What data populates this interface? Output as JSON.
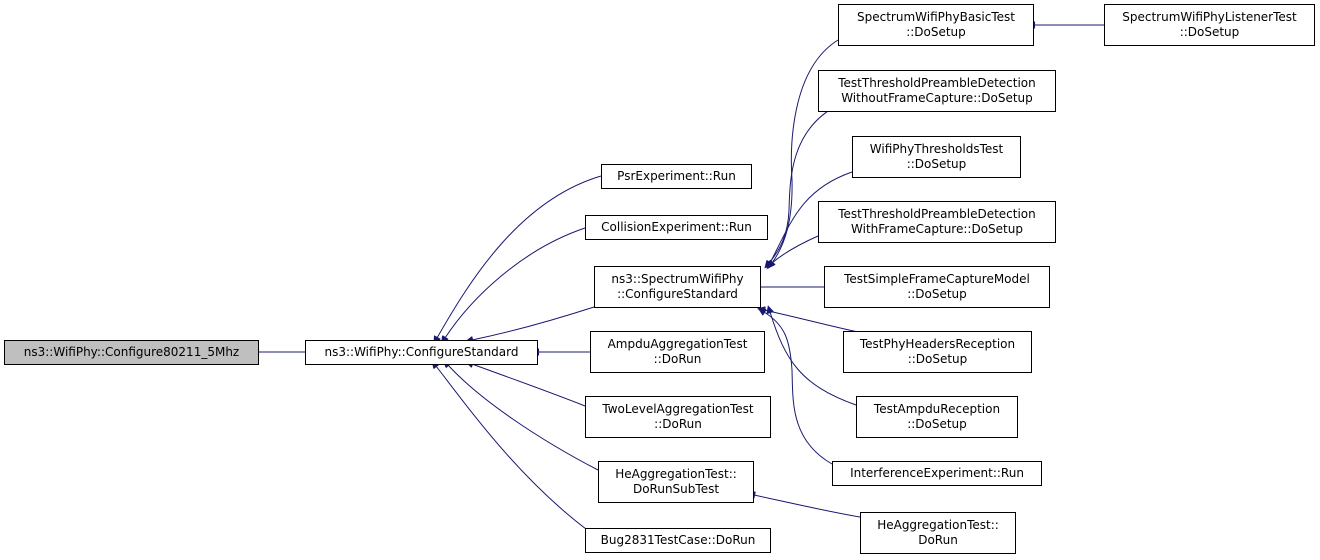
{
  "colors": {
    "edge": "#191970",
    "root_fill": "#bfbfbf",
    "node_border": "#000000"
  },
  "nodes": {
    "configure80211_5mhz": {
      "lines": [
        "ns3::WifiPhy::Configure80211_5Mhz"
      ]
    },
    "wifiphy_configurestandard": {
      "lines": [
        "ns3::WifiPhy::ConfigureStandard"
      ]
    },
    "psr_run": {
      "lines": [
        "PsrExperiment::Run"
      ]
    },
    "collision_run": {
      "lines": [
        "CollisionExperiment::Run"
      ]
    },
    "spectrum_configurestandard": {
      "lines": [
        "ns3::SpectrumWifiPhy",
        "::ConfigureStandard"
      ]
    },
    "ampdu_aggregation_dorun": {
      "lines": [
        "AmpduAggregationTest",
        "::DoRun"
      ]
    },
    "twolevel_dorun": {
      "lines": [
        "TwoLevelAggregationTest",
        "::DoRun"
      ]
    },
    "he_dorunsubtest": {
      "lines": [
        "HeAggregationTest::",
        "DoRunSubTest"
      ]
    },
    "bug2831_dorun": {
      "lines": [
        "Bug2831TestCase::DoRun"
      ]
    },
    "spectrum_basic_dosetup": {
      "lines": [
        "SpectrumWifiPhyBasicTest",
        "::DoSetup"
      ]
    },
    "spectrum_listener_dosetup": {
      "lines": [
        "SpectrumWifiPhyListenerTest",
        "::DoSetup"
      ]
    },
    "preamble_without_capture": {
      "lines": [
        "TestThresholdPreambleDetection",
        "WithoutFrameCapture::DoSetup"
      ]
    },
    "thresholds_dosetup": {
      "lines": [
        "WifiPhyThresholdsTest",
        "::DoSetup"
      ]
    },
    "preamble_with_capture": {
      "lines": [
        "TestThresholdPreambleDetection",
        "WithFrameCapture::DoSetup"
      ]
    },
    "simple_frame_capture": {
      "lines": [
        "TestSimpleFrameCaptureModel",
        "::DoSetup"
      ]
    },
    "phy_headers_reception": {
      "lines": [
        "TestPhyHeadersReception",
        "::DoSetup"
      ]
    },
    "ampdu_reception": {
      "lines": [
        "TestAmpduReception",
        "::DoSetup"
      ]
    },
    "interference_run": {
      "lines": [
        "InterferenceExperiment::Run"
      ]
    },
    "he_dorun": {
      "lines": [
        "HeAggregationTest::",
        "DoRun"
      ]
    }
  }
}
